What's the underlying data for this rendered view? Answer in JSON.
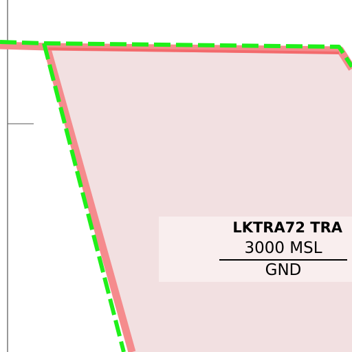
{
  "airspace": {
    "name": "LKTRA72 TRA",
    "upper_limit": "3000 MSL",
    "lower_limit": "GND"
  },
  "colors": {
    "airspace_fill": "#f2e0e1",
    "airspace_border": "#f58b8d",
    "airspace_edge": "#f36a6c",
    "boundary_dash": "#1ff01a",
    "line_dark": "#333333"
  }
}
